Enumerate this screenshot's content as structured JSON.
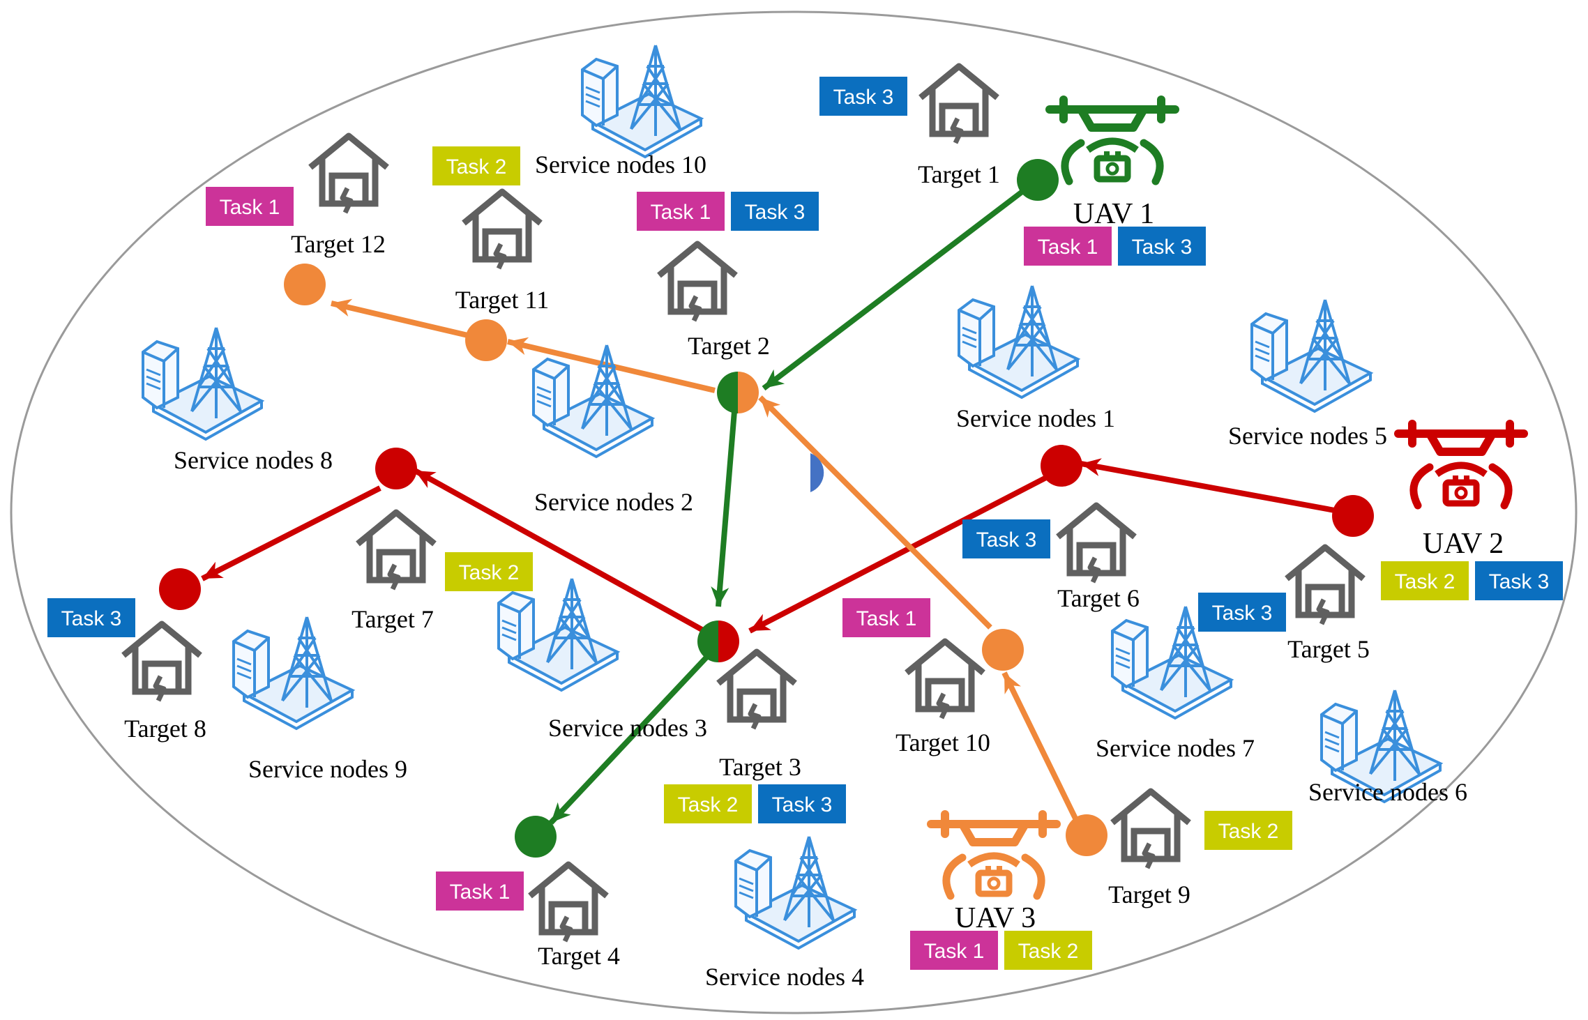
{
  "colors": {
    "task1": "#cc3399",
    "task2": "#c8cc00",
    "task3": "#0b6fbf",
    "uav1": "#1e7d23",
    "uav2": "#cc0000",
    "uav3": "#f0883a",
    "house": "#606060",
    "service": "#3a8fdc",
    "split": "#4472c4"
  },
  "task_labels": {
    "t1": "Task 1",
    "t2": "Task 2",
    "t3": "Task 3"
  },
  "uavs": [
    {
      "label": "UAV 1",
      "color": "uav1",
      "tasks": [
        "t1",
        "t3"
      ]
    },
    {
      "label": "UAV 2",
      "color": "uav2",
      "tasks": [
        "t2",
        "t3"
      ]
    },
    {
      "label": "UAV 3",
      "color": "uav3",
      "tasks": [
        "t1",
        "t2"
      ]
    }
  ],
  "targets": [
    {
      "label": "Target 1",
      "tasks": [
        "t3"
      ]
    },
    {
      "label": "Target 2",
      "tasks": [
        "t1",
        "t3"
      ]
    },
    {
      "label": "Target 3",
      "tasks": [
        "t2",
        "t3"
      ]
    },
    {
      "label": "Target 4",
      "tasks": [
        "t1"
      ]
    },
    {
      "label": "Target 5",
      "tasks": [
        "t3"
      ]
    },
    {
      "label": "Target 6",
      "tasks": [
        "t3"
      ]
    },
    {
      "label": "Target 7",
      "tasks": [
        "t2"
      ]
    },
    {
      "label": "Target 8",
      "tasks": [
        "t3"
      ]
    },
    {
      "label": "Target 9",
      "tasks": [
        "t2"
      ]
    },
    {
      "label": "Target 10",
      "tasks": [
        "t1"
      ]
    },
    {
      "label": "Target 11",
      "tasks": [
        "t2"
      ]
    },
    {
      "label": "Target 12",
      "tasks": [
        "t1"
      ]
    }
  ],
  "service_nodes": [
    {
      "label": "Service nodes 1"
    },
    {
      "label": "Service nodes 2"
    },
    {
      "label": "Service nodes 3"
    },
    {
      "label": "Service nodes 4"
    },
    {
      "label": "Service nodes 5"
    },
    {
      "label": "Service nodes 6"
    },
    {
      "label": "Service nodes 7"
    },
    {
      "label": "Service nodes 8"
    },
    {
      "label": "Service nodes 9"
    },
    {
      "label": "Service nodes 10"
    }
  ]
}
